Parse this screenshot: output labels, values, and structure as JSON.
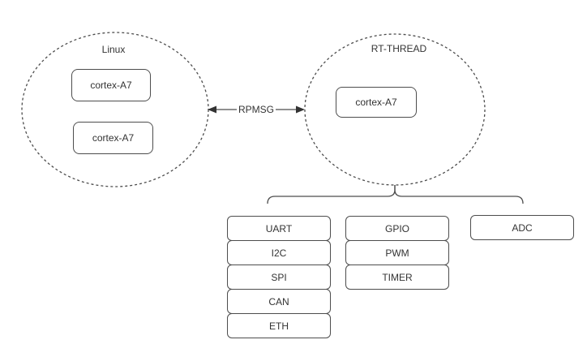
{
  "diagram": {
    "groups": {
      "linux": {
        "label": "Linux",
        "nodes": [
          "cortex-A7",
          "cortex-A7"
        ]
      },
      "rtthread": {
        "label": "RT-THREAD",
        "nodes": [
          "cortex-A7"
        ]
      }
    },
    "link": {
      "label": "RPMSG"
    },
    "peripherals": {
      "col1": [
        "UART",
        "I2C",
        "SPI",
        "CAN",
        "ETH"
      ],
      "col2": [
        "GPIO",
        "PWM",
        "TIMER"
      ],
      "col3": [
        "ADC"
      ]
    },
    "colors": {
      "stroke": "#4d4d4d",
      "text": "#333333",
      "background": "#ffffff"
    }
  }
}
